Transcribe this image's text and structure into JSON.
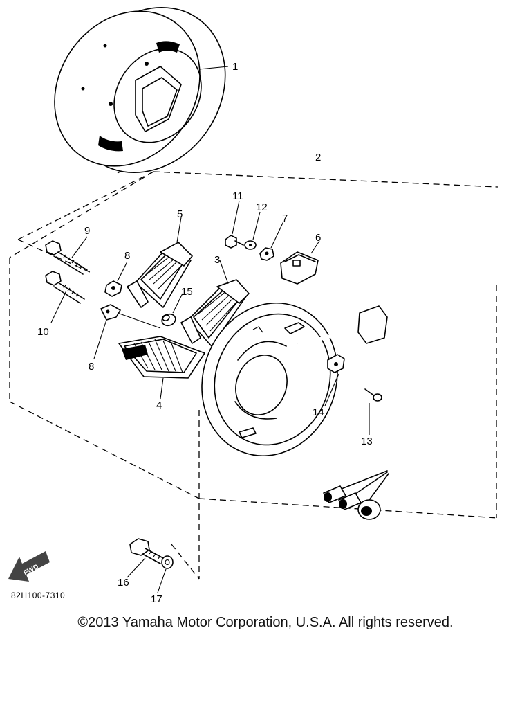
{
  "diagram": {
    "callouts": [
      {
        "id": "c1",
        "text": "1"
      },
      {
        "id": "c2",
        "text": "2"
      },
      {
        "id": "c3",
        "text": "3"
      },
      {
        "id": "c4",
        "text": "4"
      },
      {
        "id": "c5",
        "text": "5"
      },
      {
        "id": "c6",
        "text": "6"
      },
      {
        "id": "c7",
        "text": "7"
      },
      {
        "id": "c8a",
        "text": "8"
      },
      {
        "id": "c8b",
        "text": "8"
      },
      {
        "id": "c9",
        "text": "9"
      },
      {
        "id": "c10",
        "text": "10"
      },
      {
        "id": "c11",
        "text": "11"
      },
      {
        "id": "c12",
        "text": "12"
      },
      {
        "id": "c13",
        "text": "13"
      },
      {
        "id": "c14",
        "text": "14"
      },
      {
        "id": "c15",
        "text": "15"
      },
      {
        "id": "c16",
        "text": "16"
      },
      {
        "id": "c17",
        "text": "17"
      }
    ],
    "drawing_code": "82H100-7310",
    "direction_badge": "FWD"
  },
  "footer": {
    "copyright": "©2013 Yamaha Motor Corporation, U.S.A. All rights reserved."
  }
}
